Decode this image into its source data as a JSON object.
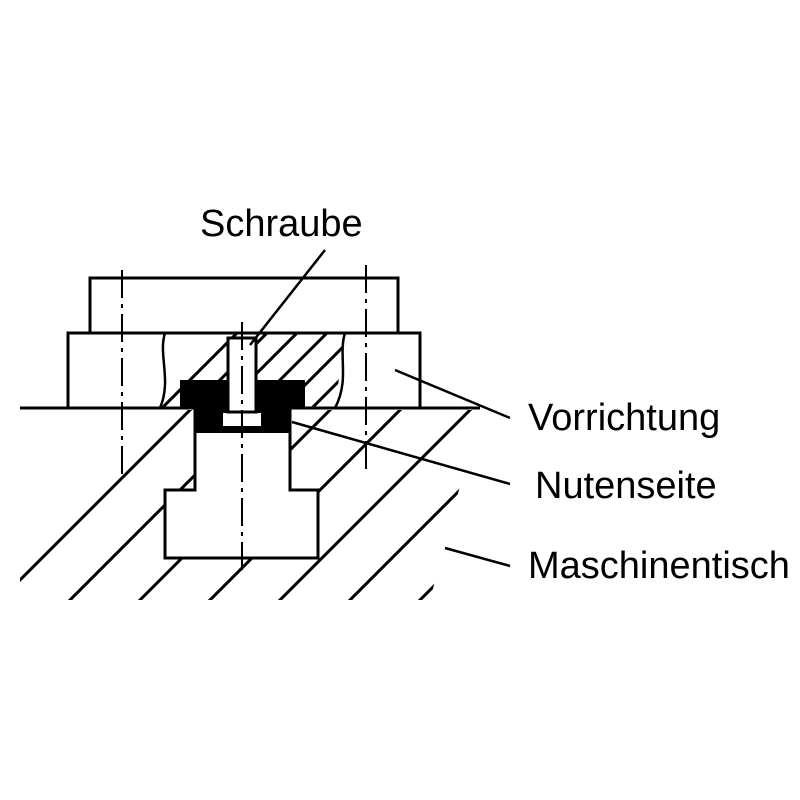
{
  "labels": {
    "screw": "Schraube",
    "fixture": "Vorrichtung",
    "slot_side": "Nutenseite",
    "machine_table": "Maschinentisch"
  },
  "colors": {
    "ink": "#000000",
    "paper": "#ffffff"
  }
}
